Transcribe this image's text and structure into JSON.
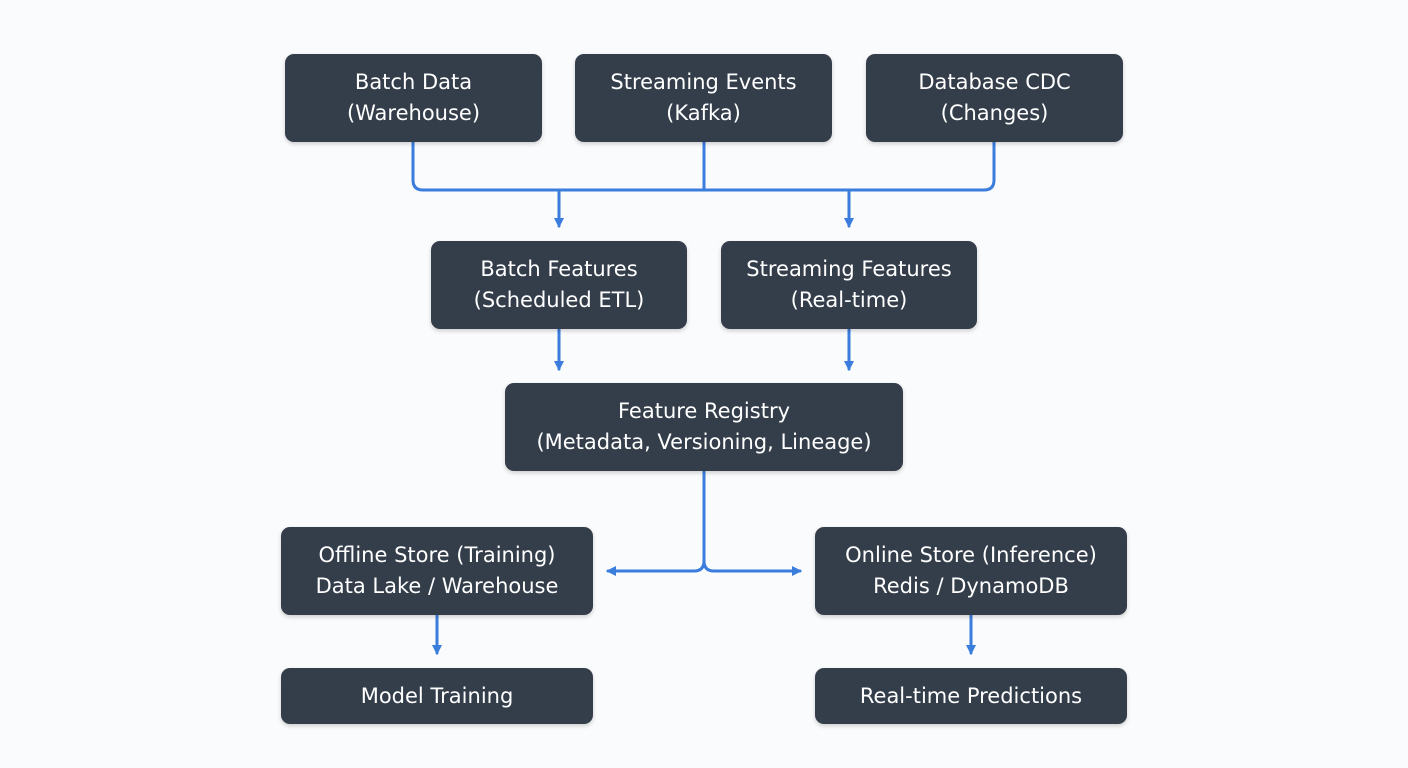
{
  "colors": {
    "background": "#fafbfc",
    "node_fill": "#343e4b",
    "node_text": "#ffffff",
    "connector": "#3b7ddd"
  },
  "nodes": {
    "batch_data": {
      "line1": "Batch Data",
      "line2": "(Warehouse)"
    },
    "streaming_events": {
      "line1": "Streaming Events",
      "line2": "(Kafka)"
    },
    "database_cdc": {
      "line1": "Database CDC",
      "line2": "(Changes)"
    },
    "batch_features": {
      "line1": "Batch Features",
      "line2": "(Scheduled ETL)"
    },
    "streaming_features": {
      "line1": "Streaming Features",
      "line2": "(Real-time)"
    },
    "feature_registry": {
      "line1": "Feature Registry",
      "line2": "(Metadata, Versioning, Lineage)"
    },
    "offline_store": {
      "line1": "Offline Store (Training)",
      "line2": "Data Lake / Warehouse"
    },
    "online_store": {
      "line1": "Online Store (Inference)",
      "line2": "Redis / DynamoDB"
    },
    "model_training": {
      "line1": "Model Training"
    },
    "realtime_predictions": {
      "line1": "Real-time Predictions"
    }
  },
  "edges": [
    {
      "from": "Batch Data",
      "to": "Batch Features"
    },
    {
      "from": "Batch Data",
      "to": "Streaming Features"
    },
    {
      "from": "Streaming Events",
      "to": "Batch Features"
    },
    {
      "from": "Streaming Events",
      "to": "Streaming Features"
    },
    {
      "from": "Database CDC",
      "to": "Batch Features"
    },
    {
      "from": "Database CDC",
      "to": "Streaming Features"
    },
    {
      "from": "Batch Features",
      "to": "Feature Registry"
    },
    {
      "from": "Streaming Features",
      "to": "Feature Registry"
    },
    {
      "from": "Feature Registry",
      "to": "Offline Store (Training)"
    },
    {
      "from": "Feature Registry",
      "to": "Online Store (Inference)"
    },
    {
      "from": "Offline Store (Training)",
      "to": "Model Training"
    },
    {
      "from": "Online Store (Inference)",
      "to": "Real-time Predictions"
    }
  ]
}
